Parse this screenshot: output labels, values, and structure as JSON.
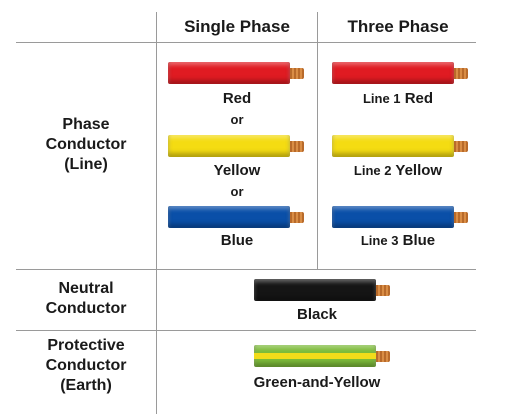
{
  "headers": {
    "single_phase": "Single Phase",
    "three_phase": "Three Phase"
  },
  "rows": {
    "phase": {
      "label": "Phase Conductor (Line)"
    },
    "neutral": {
      "label": "Neutral Conductor"
    },
    "protective": {
      "label": "Protective Conductor (Earth)"
    }
  },
  "single_phase": {
    "red": "Red",
    "or_1": "or",
    "yellow": "Yellow",
    "or_2": "or",
    "blue": "Blue"
  },
  "three_phase": {
    "line1_prefix": "Line 1",
    "line1_color": "Red",
    "line2_prefix": "Line 2",
    "line2_color": "Yellow",
    "line3_prefix": "Line 3",
    "line3_color": "Blue"
  },
  "neutral_color": "Black",
  "protective_color": "Green-and-Yellow",
  "colors": {
    "red": "#e01b22",
    "yellow": "#f4dc12",
    "blue": "#0a4fa8",
    "black": "#151515",
    "green": "#7dbb3a",
    "copper": "#c97a35",
    "grid": "#9a9a9a"
  }
}
